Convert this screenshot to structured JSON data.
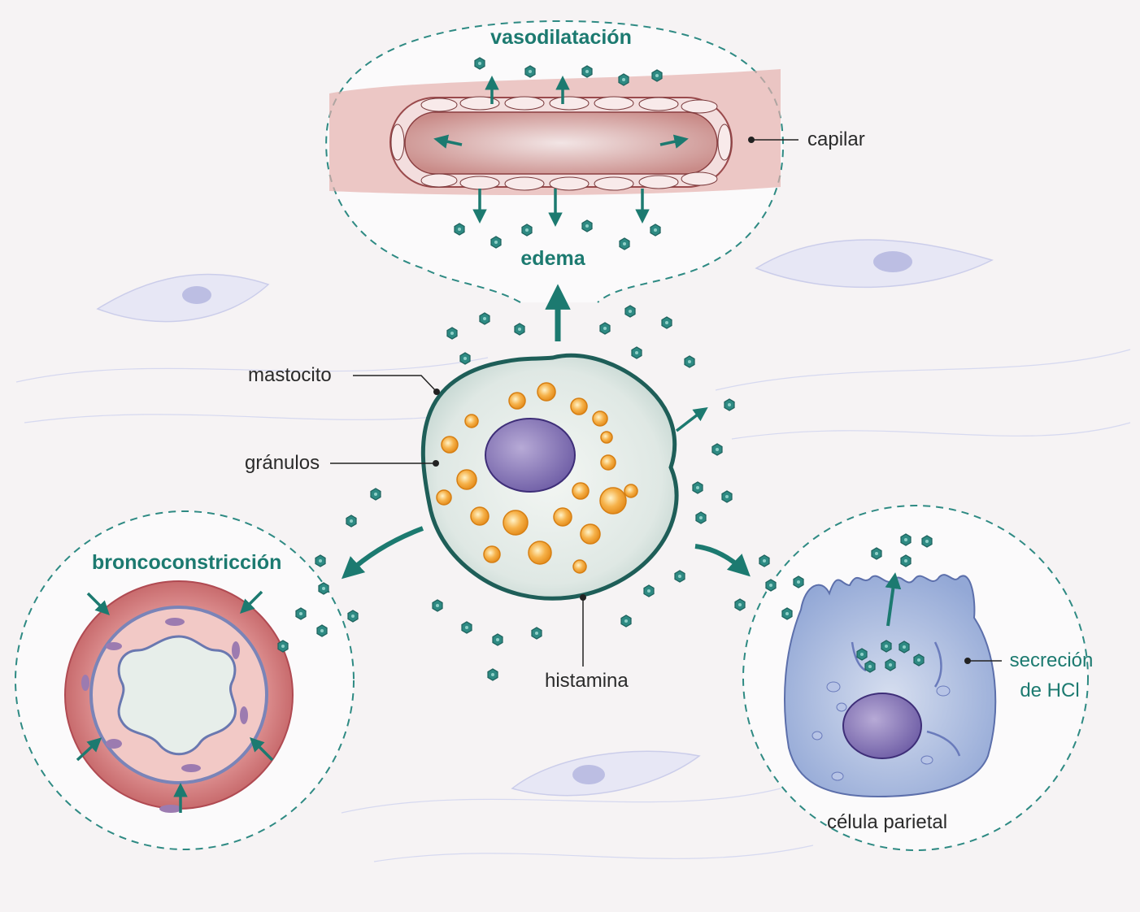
{
  "labels": {
    "vasodilation": "vasodilatación",
    "edema": "edema",
    "capillary": "capilar",
    "mast_cell": "mastocito",
    "granules": "gránulos",
    "histamine": "histamina",
    "bronchoconstriction": "broncoconstricción",
    "hcl_secretion_line1": "secreción",
    "hcl_secretion_line2": "de HCl",
    "parietal_cell": "célula parietal"
  },
  "colors": {
    "accent": "#1c7a70",
    "histamine": "#2e8a83",
    "granule": "#f2a33a",
    "nucleus": "#8a78b8",
    "vessel_red": "#d98a8a",
    "parietal_blue": "#9eb2dc",
    "background_cell": "#aeb4e6"
  }
}
